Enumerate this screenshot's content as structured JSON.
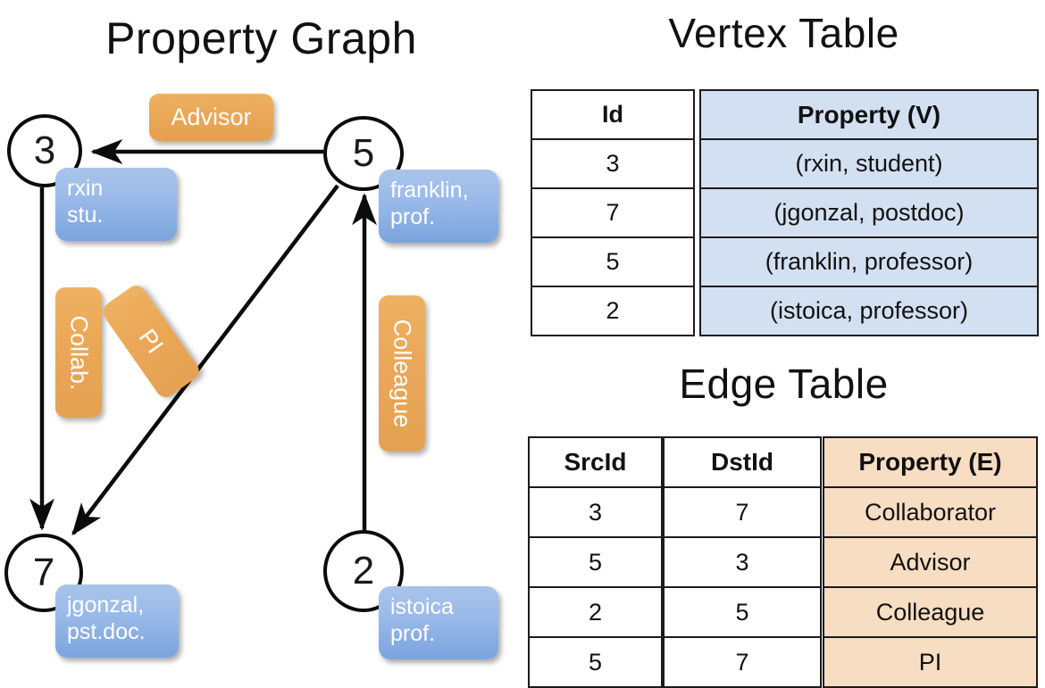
{
  "titles": {
    "property_graph": "Property Graph",
    "vertex_table": "Vertex Table",
    "edge_table": "Edge Table"
  },
  "graph": {
    "nodes": [
      {
        "id": "3",
        "prop_line1": "rxin",
        "prop_line2": "stu."
      },
      {
        "id": "5",
        "prop_line1": "franklin,",
        "prop_line2": "prof."
      },
      {
        "id": "7",
        "prop_line1": "jgonzal,",
        "prop_line2": "pst.doc."
      },
      {
        "id": "2",
        "prop_line1": "istoica",
        "prop_line2": "prof."
      }
    ],
    "edge_labels": {
      "advisor": "Advisor",
      "collab": "Collab.",
      "pi": "PI",
      "colleague": "Colleague"
    }
  },
  "vertex_table": {
    "headers": {
      "id": "Id",
      "property": "Property (V)"
    },
    "rows": [
      {
        "id": "3",
        "property": "(rxin, student)"
      },
      {
        "id": "7",
        "property": "(jgonzal, postdoc)"
      },
      {
        "id": "5",
        "property": "(franklin, professor)"
      },
      {
        "id": "2",
        "property": "(istoica, professor)"
      }
    ]
  },
  "edge_table": {
    "headers": {
      "src": "SrcId",
      "dst": "DstId",
      "property": "Property (E)"
    },
    "rows": [
      {
        "src": "3",
        "dst": "7",
        "property": "Collaborator"
      },
      {
        "src": "5",
        "dst": "3",
        "property": "Advisor"
      },
      {
        "src": "2",
        "dst": "5",
        "property": "Colleague"
      },
      {
        "src": "5",
        "dst": "7",
        "property": "PI"
      }
    ]
  },
  "colors": {
    "vertex_box": "#9dbcea",
    "edge_box": "#eaa757",
    "vertex_table_fill": "#d3e0f2",
    "edge_table_fill": "#f7ddc2",
    "stroke": "#0b0b0b"
  }
}
